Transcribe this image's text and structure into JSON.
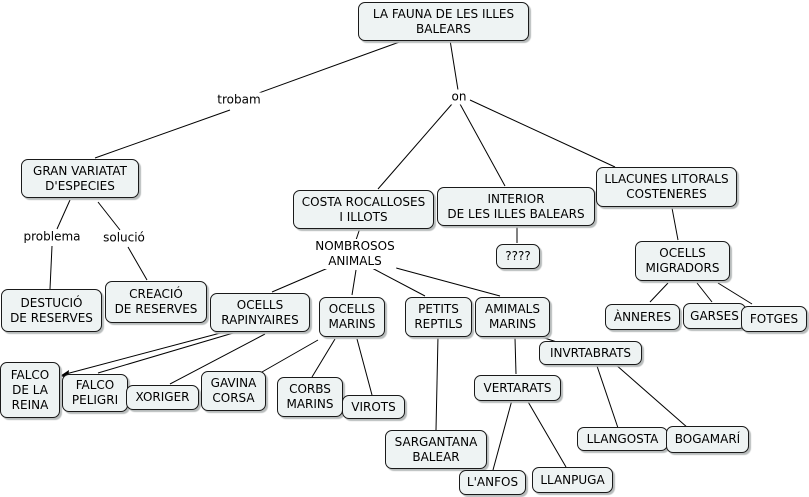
{
  "concept_map": {
    "nodes": {
      "root": "LA FAUNA DE  LES ILLES\nBALEARS",
      "gran_variatat": "GRAN VARIATAT\nD'ESPECIES",
      "costa": "COSTA ROCALLOSES\nI ILLOTS",
      "interior": "INTERIOR\nDE LES ILLES BALEARS",
      "llacunes": "LLACUNES LITORALS\nCOSTENERES",
      "destucio": "DESTUCIÓ\nDE RESERVES",
      "creacio": "CREACIÓ\nDE RESERVES",
      "unknown": "????",
      "ocells_migradors": "OCELLS\nMIGRADORS",
      "anneres": "ÀNNERES",
      "garses": "GARSES",
      "fotges": "FOTGES",
      "ocells_rapinyaires": "OCELLS\nRAPINYAIRES",
      "ocells_marins": "OCELLS\nMARINS",
      "petits_reptils": "PETITS\nREPTILS",
      "animals_marins": "AMIMALS\nMARINS",
      "falco_reina": "FALCO\nDE LA\nREINA",
      "falco_peligri": "FALCO\nPELIGRI",
      "xoriger": "XORIGER",
      "gavina": "GAVINA\nCORSA",
      "corbs": "CORBS\nMARINS",
      "virots": "VIROTS",
      "sargantana": "SARGANTANA\nBALEAR",
      "invertabrats": "INVRTABRATS",
      "vertarats": "VERTARATS",
      "llangosta": "LLANGOSTA",
      "bogamari": "BOGAMARÍ",
      "anfos": "L'ANFOS",
      "llanpuga": "LLANPUGA"
    },
    "linking_phrases": {
      "trobam": "trobam",
      "on": "on",
      "problema": "problema",
      "solucio": "solució",
      "nombrosos": "NOMBROSOS\nANIMALS"
    },
    "colors": {
      "node_fill": "#eef3f3",
      "node_border": "#1a1a1a",
      "link": "#000000"
    }
  }
}
